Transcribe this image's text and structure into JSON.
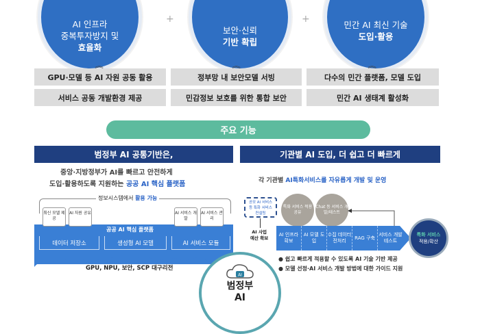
{
  "goals": [
    {
      "lines": [
        "AI 인프라",
        "중복투자방지 및"
      ],
      "bold": "효율화"
    },
    {
      "lines": [
        "보안·신뢰"
      ],
      "bold": "기반 확립"
    },
    {
      "lines": [
        "민간 AI 최신 기술"
      ],
      "bold": "도입·활용"
    }
  ],
  "plus": "+",
  "chevron": "︽",
  "features": [
    [
      "GPU·모델 등 AI 자원 공동 활용",
      "서비스 공동 개발환경 제공"
    ],
    [
      "정부망 내 보안모델 서빙",
      "민감정보 보호를 위한 통합 보안"
    ],
    [
      "다수의 민간 플랫폼, 모델 도입",
      "민간 AI 생태계 활성화"
    ]
  ],
  "section_title": "주요 기능",
  "left": {
    "header": "범정부 AI 공통기반은,",
    "line1": "중앙·지방정부가 AI를 빠르고 안전하게",
    "line2_pre": "도입·활용하도록 지원하는 ",
    "line2_hl": "공공 AI 핵심 플랫폼",
    "usage_pre": "정보시스템에서 ",
    "usage_hl": "활용 가능",
    "small_boxes": [
      "최신 모델 제공",
      "AI 자원 공유",
      "AI 서비스 개발",
      "AI 서비스 관리"
    ],
    "platform_label": "공공 AI 핵심 플랫폼",
    "modules": [
      "데이터 저장소",
      "생성형 AI 모델",
      "AI 서비스 모듈"
    ],
    "infra": "GPU, NPU, 보안, SCP 대구리전"
  },
  "center": {
    "line1": "범정부",
    "line2": "AI",
    "badge": "AI"
  },
  "right": {
    "header": "기관별 AI 도입, 더 쉽고 더 빠르게",
    "sub_pre": "각 기관별 ",
    "sub_hl": "AI특화서비스를 자유롭게 개발 및 운영",
    "consult": "공모 AI 서비스 등 특화 서비스 컨설팅",
    "budget": [
      "AI 사업",
      "예산 확보"
    ],
    "gray_circles": [
      "특화 서비스 적용 공유",
      "Chat 등 서비스 개발/테스트"
    ],
    "steps": [
      "AI 인프라 확보",
      "AI 모델 도입",
      "수집 데이터 전처리",
      "RAG 구축",
      "서비스 개발 테스트"
    ],
    "result": [
      "특화 서비스",
      "적용/확산"
    ],
    "bullets": [
      "쉽고 빠르게 적용할 수 있도록 AI 기술 기반 제공",
      "모델 선정·AI 서비스 개발 방법에 대한 가이드 지원"
    ]
  }
}
